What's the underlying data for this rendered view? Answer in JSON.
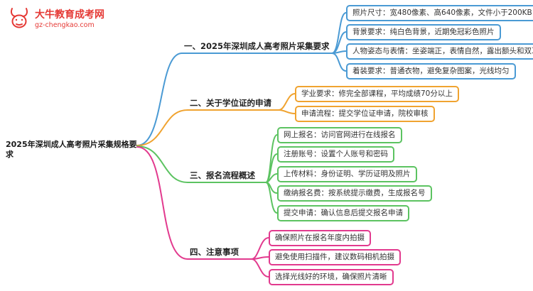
{
  "logo": {
    "title": "大牛教育成考网",
    "subtitle": "gz-chengkao.com"
  },
  "root": {
    "label": "2025年深圳成人高考照片采集规格要求"
  },
  "colors": {
    "branch1": "#4a9ad4",
    "branch2": "#f0a330",
    "branch3": "#5cc361",
    "branch4": "#e23a8e",
    "logo_red": "#e53935"
  },
  "branches": [
    {
      "label": "一、2025年深圳成人高考照片采集要求",
      "color": "#4a9ad4",
      "leaves": [
        "照片尺寸：宽480像素、高640像素，文件小于200KB",
        "背景要求：纯白色背景，近期免冠彩色照片",
        "人物姿态与表情：坐姿端正，表情自然，露出额头和双耳",
        "着装要求：普通衣物，避免复杂图案，光线均匀"
      ]
    },
    {
      "label": "二、关于学位证的申请",
      "color": "#f0a330",
      "leaves": [
        "学业要求：修完全部课程，平均成绩70分以上",
        "申请流程：提交学位证申请，院校审核"
      ]
    },
    {
      "label": "三、报名流程概述",
      "color": "#5cc361",
      "leaves": [
        "网上报名：访问官网进行在线报名",
        "注册账号：设置个人账号和密码",
        "上传材料：身份证明、学历证明及照片",
        "缴纳报名费：按系统提示缴费，生成报名号",
        "提交申请：确认信息后提交报名申请"
      ]
    },
    {
      "label": "四、注意事项",
      "color": "#e23a8e",
      "leaves": [
        "确保照片在报名年度内拍摄",
        "避免使用扫描件，建议数码相机拍摄",
        "选择光线好的环境，确保照片清晰"
      ]
    }
  ]
}
